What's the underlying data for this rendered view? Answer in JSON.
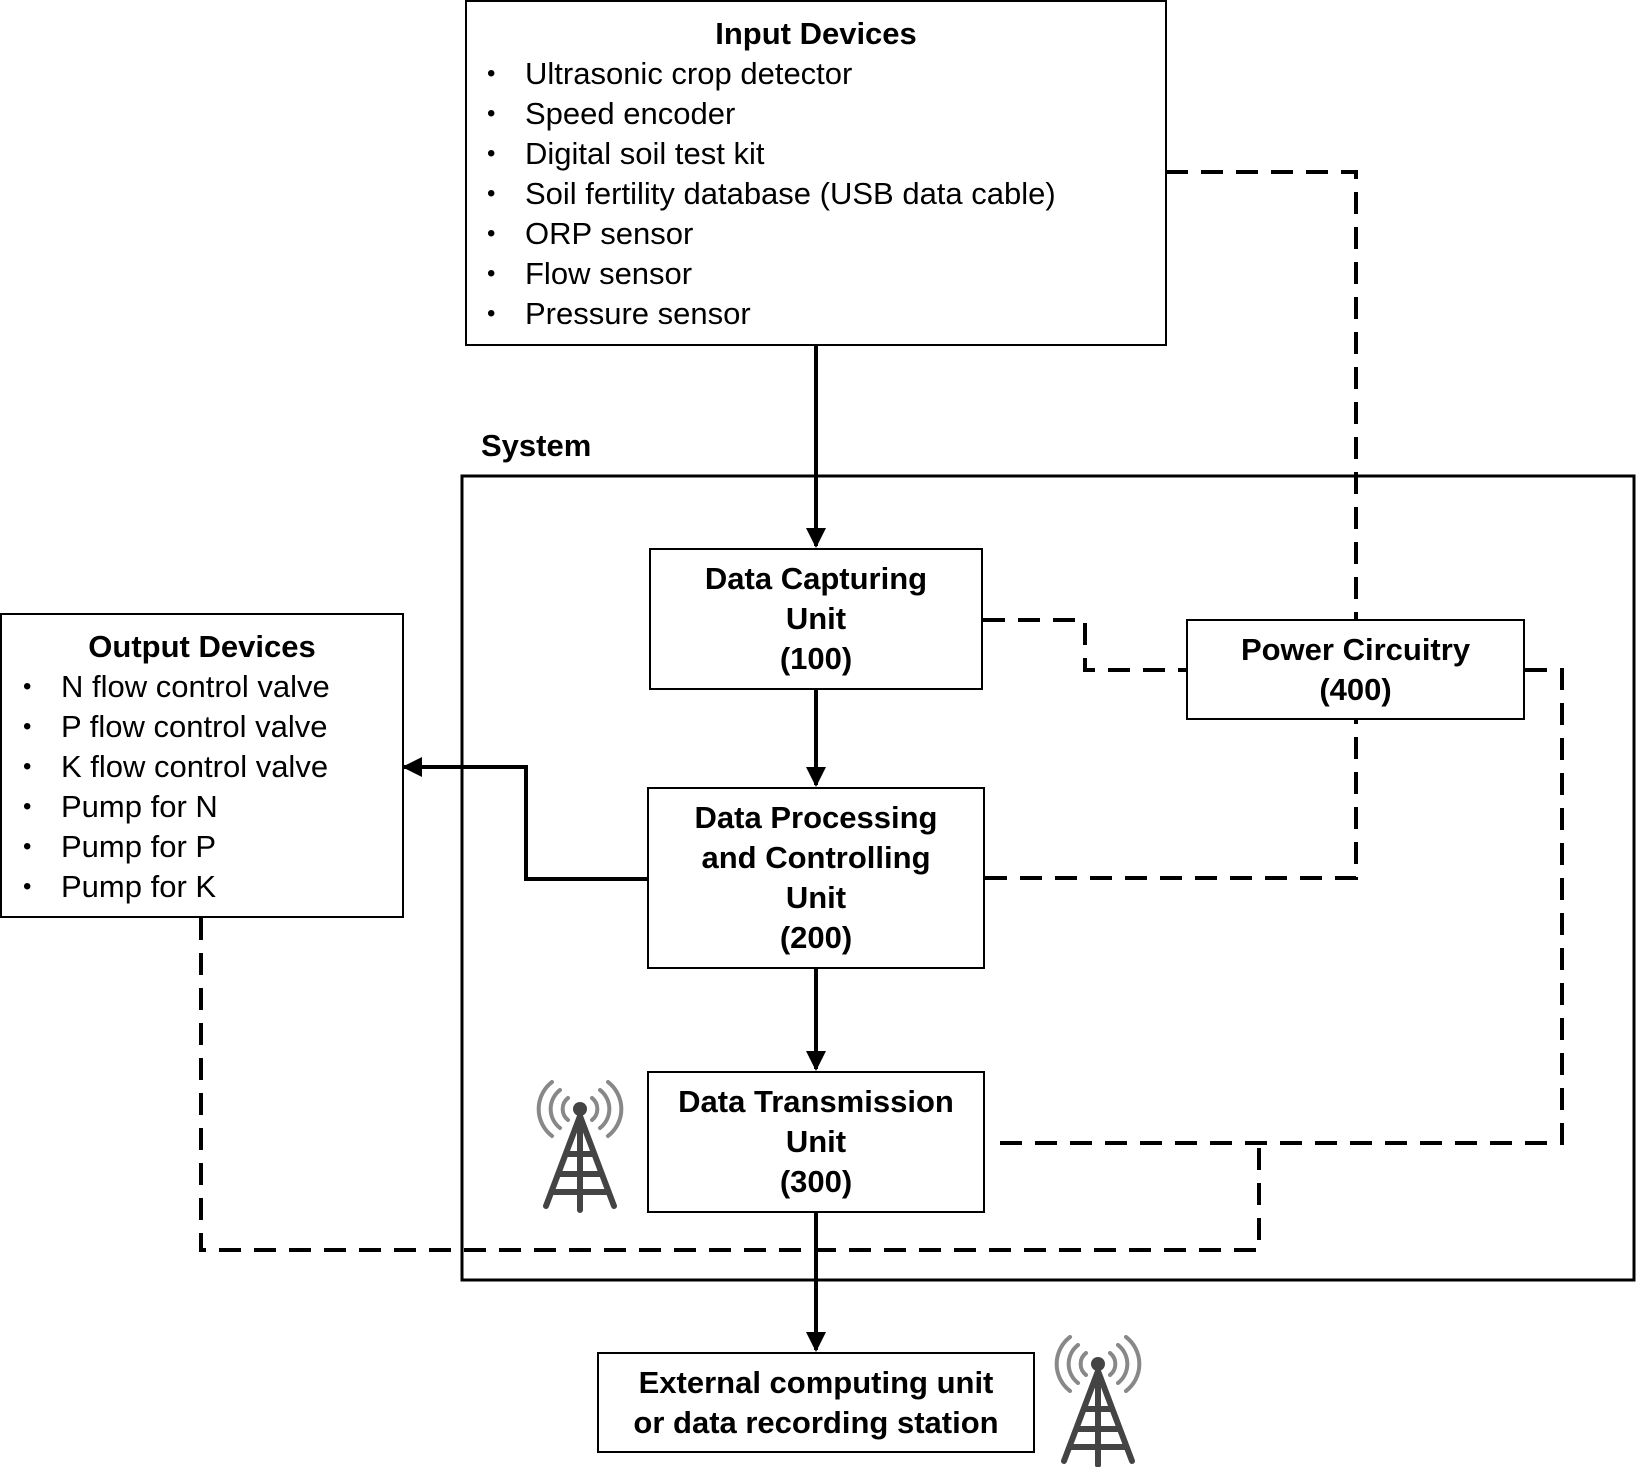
{
  "system": {
    "label": "System"
  },
  "input_devices": {
    "title": "Input Devices",
    "items": [
      "Ultrasonic crop detector",
      "Speed encoder",
      "Digital soil test kit",
      "Soil fertility database (USB data cable)",
      "ORP sensor",
      "Flow sensor",
      "Pressure sensor"
    ]
  },
  "output_devices": {
    "title": "Output Devices",
    "items": [
      "N flow control valve",
      "P flow control valve",
      "K flow control valve",
      "Pump for N",
      "Pump for P",
      "Pump for K"
    ]
  },
  "units": {
    "capturing": {
      "line1": "Data Capturing",
      "line2": "Unit",
      "number": "(100)"
    },
    "processing": {
      "line1": "Data Processing",
      "line2": "and Controlling",
      "line3": "Unit",
      "number": "(200)"
    },
    "transmission": {
      "line1": "Data Transmission",
      "line2": "Unit",
      "number": "(300)"
    },
    "power": {
      "line1": "Power Circuitry",
      "number": "(400)"
    }
  },
  "external": {
    "line1": "External computing unit",
    "line2": "or data recording station"
  },
  "icons": {
    "antenna": "radio-tower-icon"
  },
  "colors": {
    "line": "#000000",
    "wave": "#888888"
  }
}
